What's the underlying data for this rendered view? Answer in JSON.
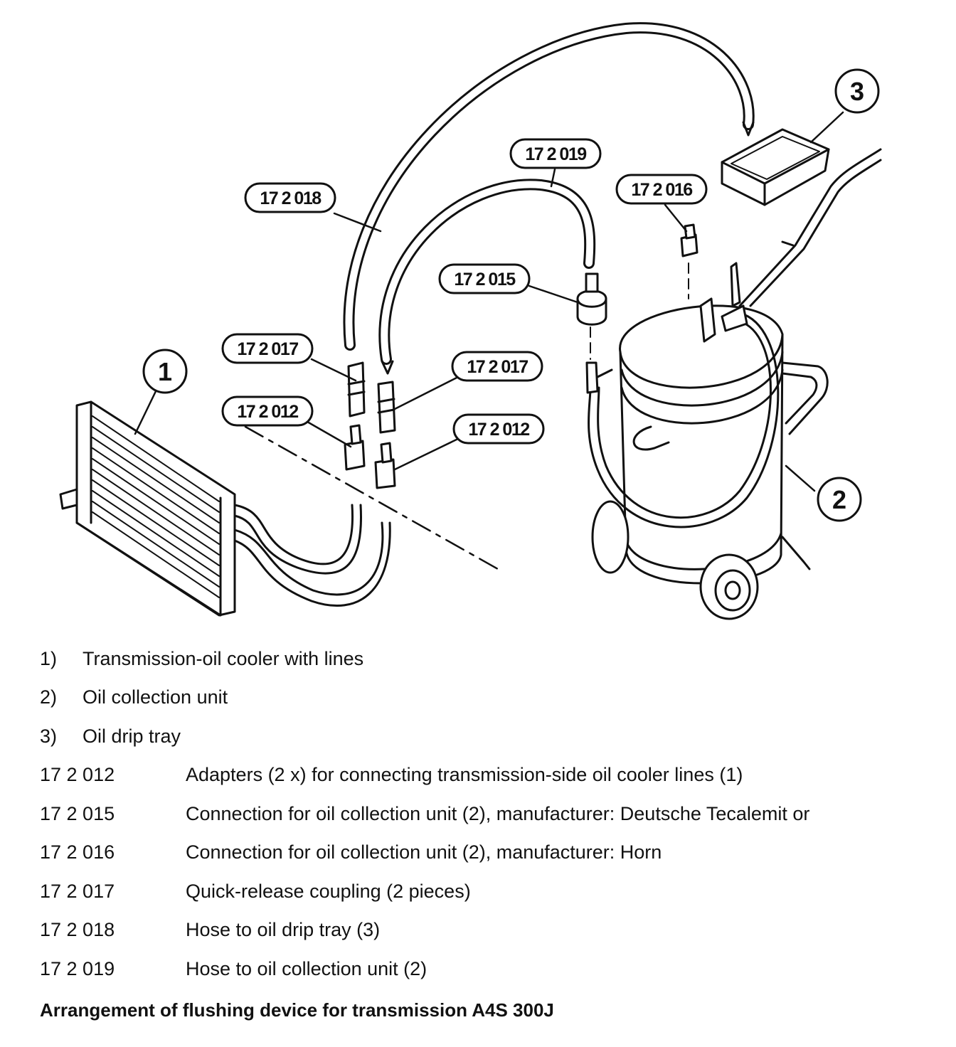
{
  "callouts": {
    "c1": "1",
    "c2": "2",
    "c3": "3",
    "p016": "17 2 016",
    "p015": "17 2 015",
    "p019": "17 2 019",
    "p018": "17 2 018",
    "p017_left": "17 2 017",
    "p017_right": "17 2 017",
    "p012_left": "17 2 012",
    "p012_right": "17 2 012"
  },
  "legend": [
    {
      "code": "1)",
      "desc": "Transmission-oil cooler with lines"
    },
    {
      "code": "2)",
      "desc": "Oil collection unit"
    },
    {
      "code": "3)",
      "desc": "Oil drip tray"
    },
    {
      "code": "17 2 012",
      "desc": "Adapters (2 x) for connecting transmission-side oil cooler lines (1)"
    },
    {
      "code": "17 2 015",
      "desc": "Connection for oil collection unit (2), manufacturer: Deutsche Tecalemit or"
    },
    {
      "code": "17 2 016",
      "desc": "Connection for oil collection unit (2), manufacturer: Horn"
    },
    {
      "code": "17 2 017",
      "desc": "Quick-release coupling (2 pieces)"
    },
    {
      "code": "17 2 018",
      "desc": "Hose to oil drip tray (3)"
    },
    {
      "code": "17 2 019",
      "desc": "Hose to oil collection unit (2)"
    }
  ],
  "caption": "Arrangement of flushing device for transmission A4S 300J"
}
